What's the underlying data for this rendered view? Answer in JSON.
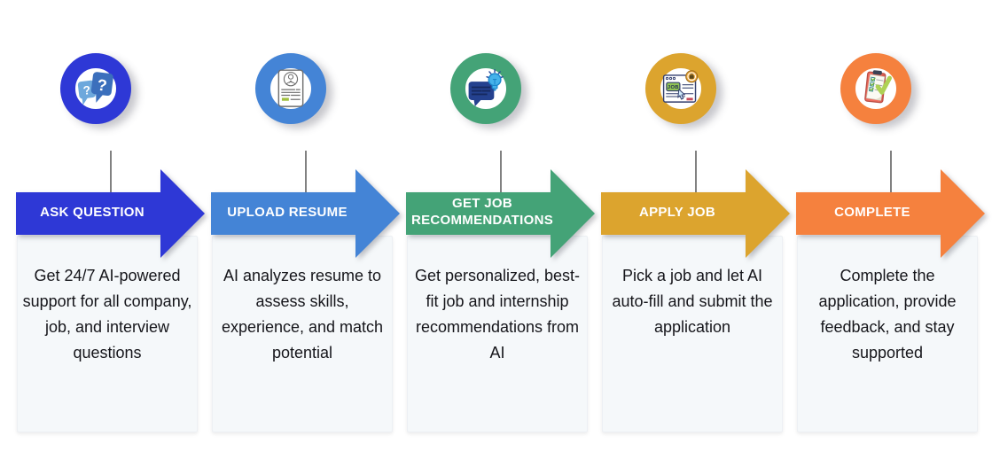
{
  "diagram": {
    "steps": [
      {
        "id": "ask-question",
        "label": "ASK QUESTION",
        "description": "Get 24/7 AI-powered support for all company, job, and interview questions",
        "color": "#2e38d6",
        "icon": "question-bubbles-icon",
        "icon_glyph_left": "?",
        "icon_glyph_right": "?"
      },
      {
        "id": "upload-resume",
        "label": "UPLOAD RESUME",
        "description": "AI analyzes resume to assess skills, experience, and match potential",
        "color": "#4484d6",
        "icon": "resume-document-icon"
      },
      {
        "id": "get-job-recommendations",
        "label": "GET JOB RECOMMENDATIONS",
        "description": "Get personalized, best-fit job and internship recommendations from AI",
        "color": "#44a377",
        "icon": "chat-lightbulb-icon"
      },
      {
        "id": "apply-job",
        "label": "APPLY JOB",
        "description": "Pick a job and let AI auto-fill and submit the application",
        "color": "#dca42e",
        "icon": "job-posting-icon",
        "icon_button_text": "JOB"
      },
      {
        "id": "complete",
        "label": "COMPLETE",
        "description": "Complete the application, provide feedback, and stay supported",
        "color": "#f5813e",
        "icon": "clipboard-checklist-icon"
      }
    ]
  }
}
